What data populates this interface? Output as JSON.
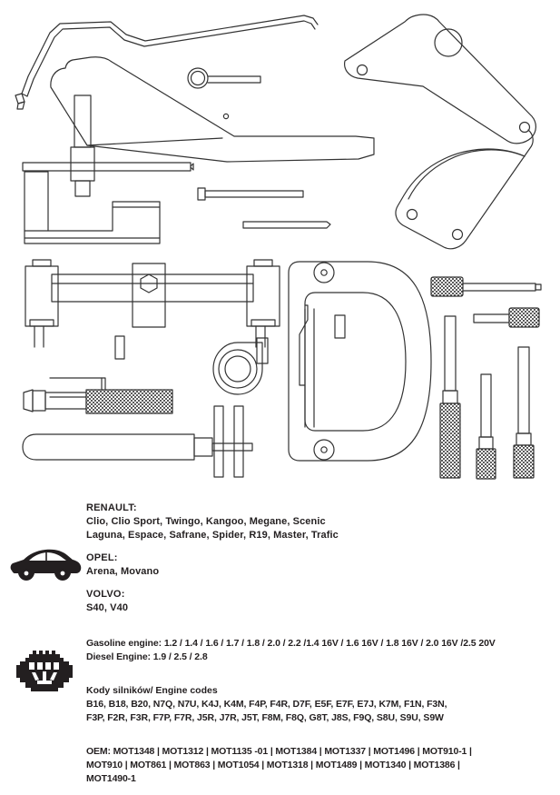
{
  "illustration": {
    "name": "engine-timing-tool-kit-line-drawing",
    "description": "Technical line-art layout of Renault engine timing tool set components",
    "stroke_color": "#333333",
    "background_color": "#ffffff"
  },
  "icons": {
    "car": {
      "name": "car-icon",
      "label": "vehicle applications",
      "color": "#231f20"
    },
    "engine": {
      "name": "engine-icon",
      "label": "engine codes",
      "color": "#231f20"
    }
  },
  "applications": [
    {
      "brand": "RENAULT:",
      "models": [
        "Clio, Clio Sport, Twingo, Kangoo, Megane, Scenic",
        "Laguna, Espace, Safrane, Spider, R19, Master, Trafic"
      ]
    },
    {
      "brand": "OPEL:",
      "models": [
        "Arena, Movano"
      ]
    },
    {
      "brand": "VOLVO:",
      "models": [
        "S40, V40"
      ]
    }
  ],
  "engines": {
    "gasoline": "Gasoline engine: 1.2 / 1.4 / 1.6 / 1.7 / 1.8 / 2.0 / 2.2 /1.4 16V / 1.6 16V / 1.8 16V / 2.0 16V /2.5 20V",
    "diesel": "Diesel Engine: 1.9 / 2.5 / 2.8"
  },
  "engine_codes": {
    "title": "Kody silników/ Engine codes",
    "lines": [
      "B16, B18, B20, N7Q, N7U, K4J, K4M, F4P, F4R, D7F, E5F, E7F, E7J, K7M, F1N, F3N,",
      "F3P, F2R, F3R, F7P, F7R, J5R, J7R, J5T, F8M, F8Q, G8T, J8S, F9Q, S8U, S9U, S9W"
    ]
  },
  "oem": {
    "lines": [
      "OEM: MOT1348 | MOT1312 | MOT1135 -01 | MOT1384 | MOT1337 | MOT1496 | MOT910-1 |",
      "MOT910 | MOT861 | MOT863 | MOT1054 | MOT1318 | MOT1489 | MOT1340 | MOT1386 |",
      "MOT1490-1"
    ]
  }
}
